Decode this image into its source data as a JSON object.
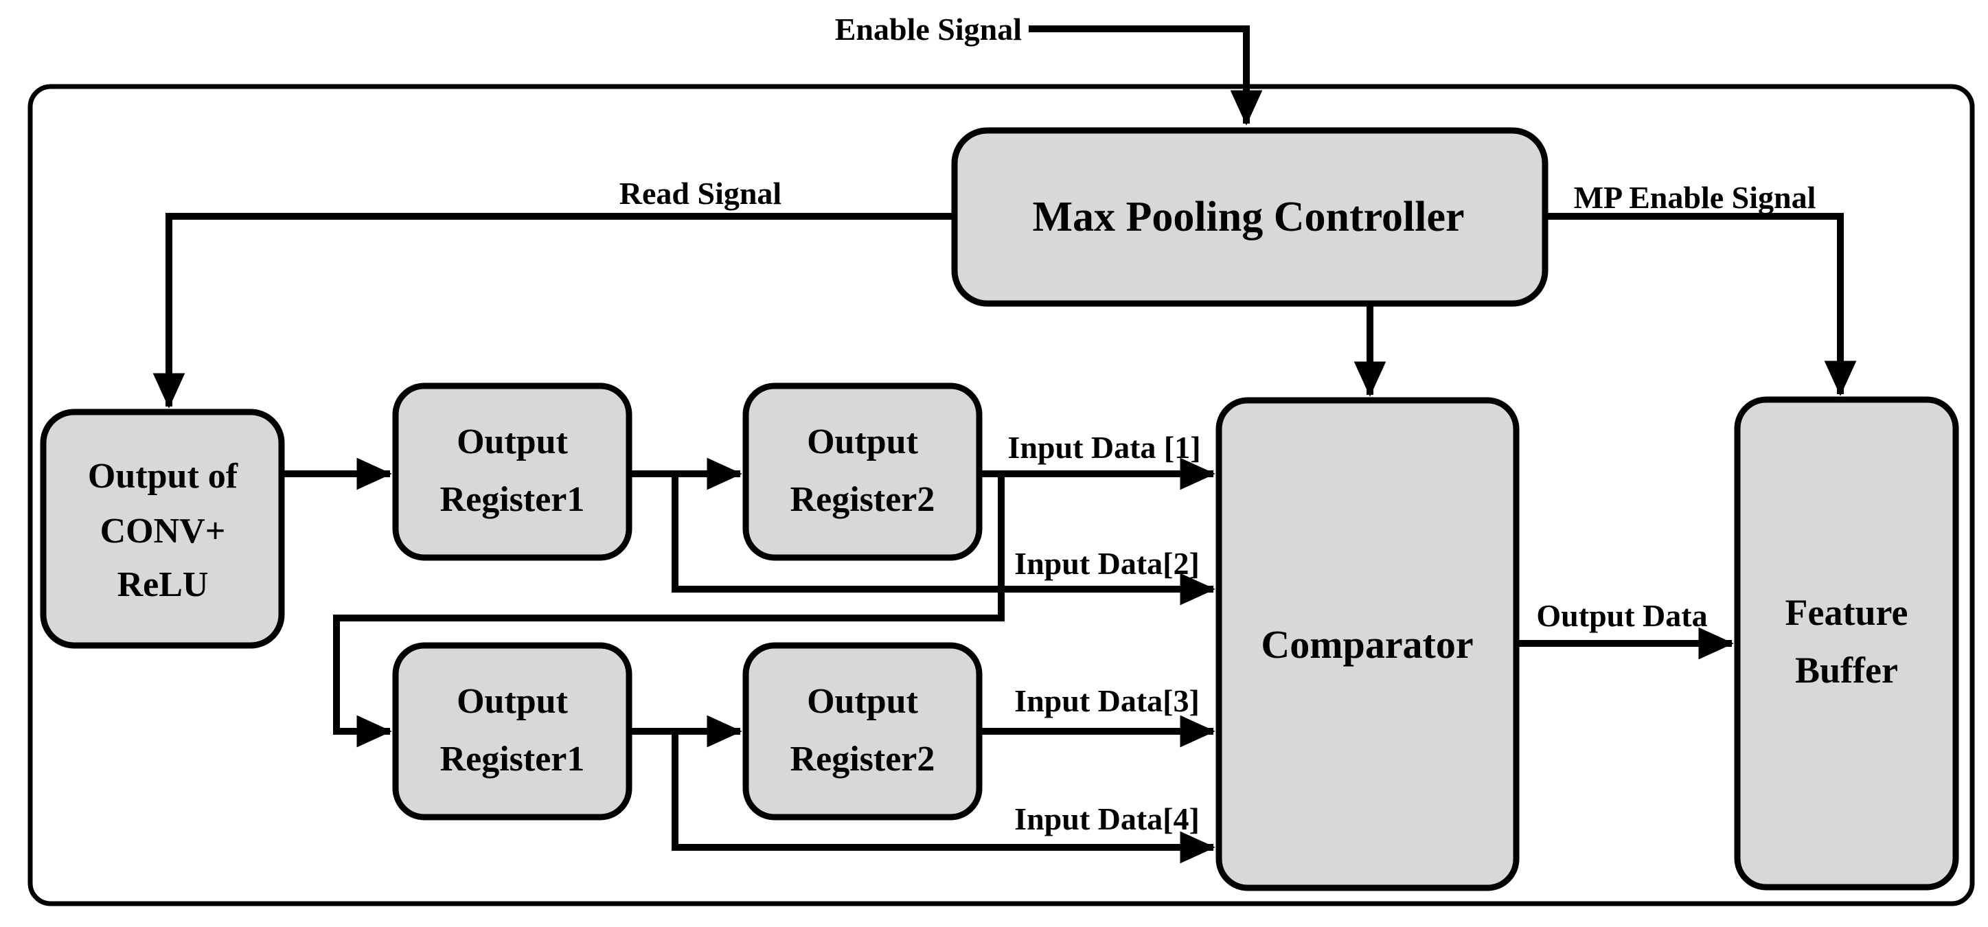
{
  "diagram": {
    "colors": {
      "background": "#ffffff",
      "box_fill": "#d8d8d8",
      "line_color": "#000000"
    },
    "blocks": {
      "max_pooling_controller": {
        "label": "Max Pooling Controller"
      },
      "output_of_conv_relu": {
        "line1": "Output of",
        "line2": "CONV+",
        "line3": "ReLU"
      },
      "output_register1_top": {
        "line1": "Output",
        "line2": "Register1"
      },
      "output_register2_top": {
        "line1": "Output",
        "line2": "Register2"
      },
      "output_register1_bottom": {
        "line1": "Output",
        "line2": "Register1"
      },
      "output_register2_bottom": {
        "line1": "Output",
        "line2": "Register2"
      },
      "comparator": {
        "label": "Comparator"
      },
      "feature_buffer": {
        "line1": "Feature",
        "line2": "Buffer"
      }
    },
    "signals": {
      "enable": "Enable Signal",
      "read": "Read Signal",
      "mp_enable": "MP Enable Signal",
      "input_data_1": "Input Data [1]",
      "input_data_2": "Input Data[2]",
      "input_data_3": "Input Data[3]",
      "input_data_4": "Input Data[4]",
      "output_data": "Output Data"
    }
  }
}
